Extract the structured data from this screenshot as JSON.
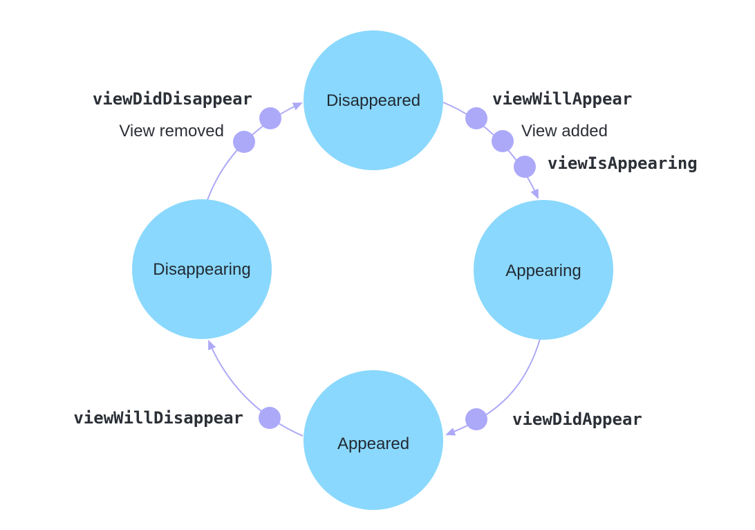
{
  "colors": {
    "state_fill": "#8ad8fd",
    "edge": "#ada9f7",
    "dot": "#aca9f9",
    "text": "#222a33"
  },
  "states": {
    "disappeared": "Disappeared",
    "appearing": "Appearing",
    "appeared": "Appeared",
    "disappearing": "Disappearing"
  },
  "transitions": {
    "view_will_appear": "viewWillAppear",
    "view_added": "View added",
    "view_is_appearing": "viewIsAppearing",
    "view_did_appear": "viewDidAppear",
    "view_will_disappear": "viewWillDisappear",
    "view_did_disappear": "viewDidDisappear",
    "view_removed": "View removed"
  }
}
